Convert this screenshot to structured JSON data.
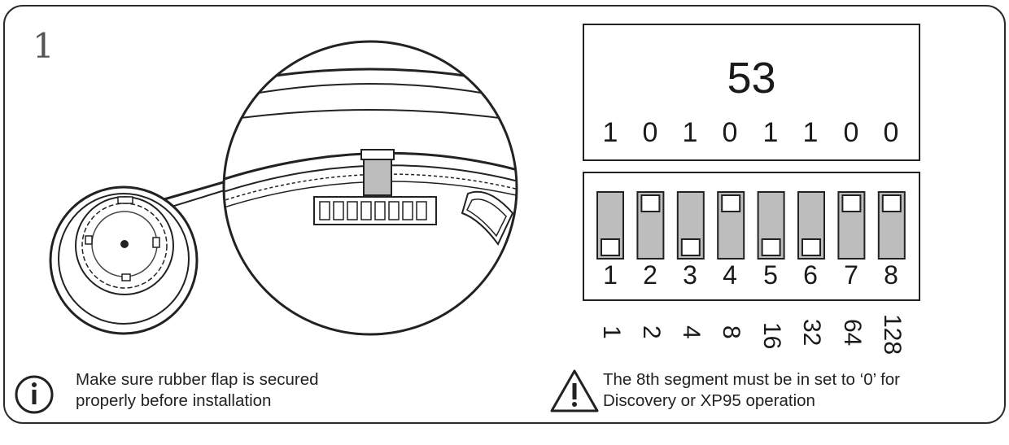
{
  "step_number": "1",
  "dip_address": {
    "value": "53",
    "bits": [
      "1",
      "0",
      "1",
      "0",
      "1",
      "1",
      "0",
      "0"
    ],
    "switch_numbers": [
      "1",
      "2",
      "3",
      "4",
      "5",
      "6",
      "7",
      "8"
    ],
    "weights": [
      "1",
      "2",
      "4",
      "8",
      "16",
      "32",
      "64",
      "128"
    ]
  },
  "notes": {
    "info_line1": "Make sure rubber flap is secured",
    "info_line2": "properly before installation",
    "warning_line1": "The 8th segment must be in set to ‘0’ for",
    "warning_line2": "Discovery or XP95 operation"
  }
}
